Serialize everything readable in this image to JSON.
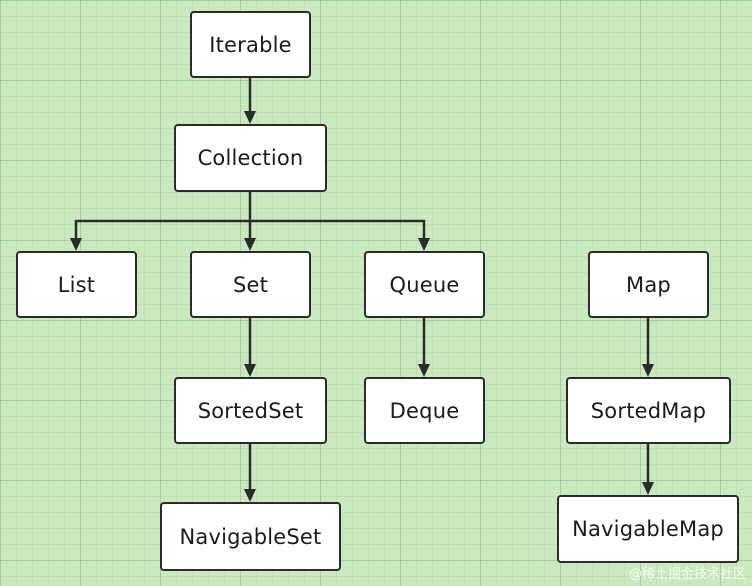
{
  "nodes": {
    "iterable": "Iterable",
    "collection": "Collection",
    "list": "List",
    "set": "Set",
    "queue": "Queue",
    "map": "Map",
    "sortedset": "SortedSet",
    "deque": "Deque",
    "sortedmap": "SortedMap",
    "navigableset": "NavigableSet",
    "navigablemap": "NavigableMap"
  },
  "edges": [
    [
      "iterable",
      "collection"
    ],
    [
      "collection",
      "list"
    ],
    [
      "collection",
      "set"
    ],
    [
      "collection",
      "queue"
    ],
    [
      "set",
      "sortedset"
    ],
    [
      "sortedset",
      "navigableset"
    ],
    [
      "queue",
      "deque"
    ],
    [
      "map",
      "sortedmap"
    ],
    [
      "sortedmap",
      "navigablemap"
    ]
  ],
  "watermark": "@稀土掘金技术社区",
  "colors": {
    "background": "#cbe9bf",
    "node_fill": "#ffffff",
    "stroke": "#2b2b2b"
  }
}
